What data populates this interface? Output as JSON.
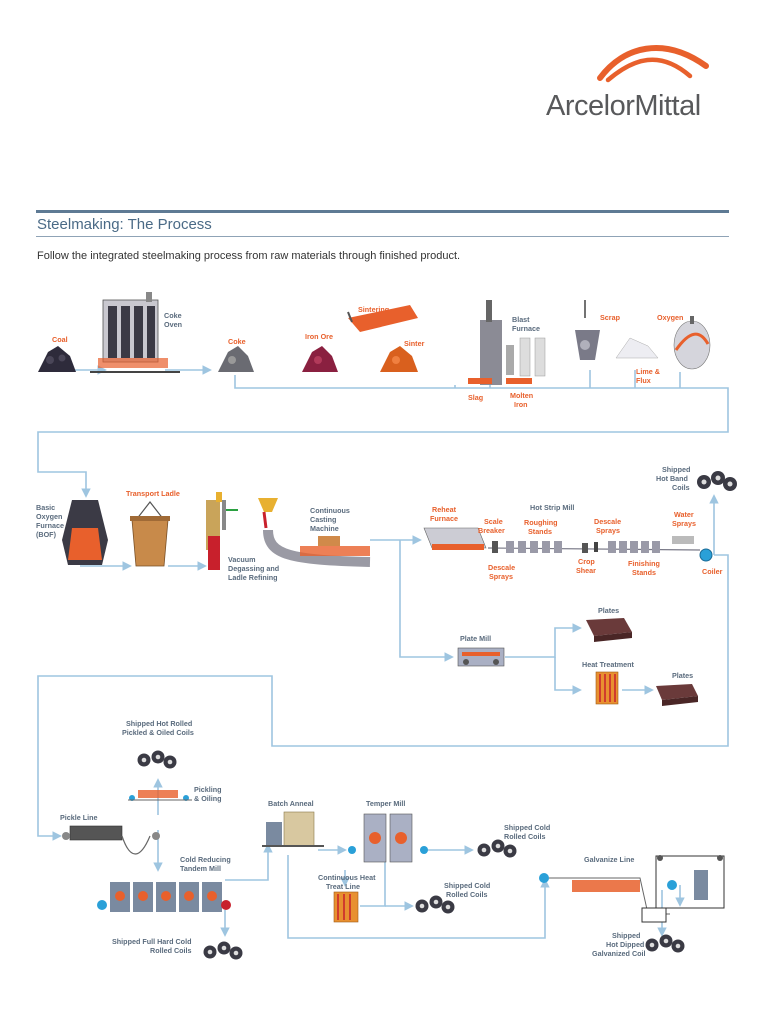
{
  "brand": {
    "name": "ArcelorMittal"
  },
  "header": {
    "title": "Steelmaking: The Process",
    "intro": "Follow the integrated steelmaking process from raw materials through finished product."
  },
  "colors": {
    "accent": "#e8602c",
    "label": "#5a6b7d",
    "flow": "#9ec5e0",
    "rule": "#5e7a94"
  },
  "labels": {
    "coal": "Coal",
    "coke_oven_1": "Coke",
    "coke_oven_2": "Oven",
    "coke": "Coke",
    "iron_ore": "Iron Ore",
    "sintering": "Sintering",
    "sinter": "Sinter",
    "blast_furnace_1": "Blast",
    "blast_furnace_2": "Furnace",
    "slag": "Slag",
    "molten_iron_1": "Molten",
    "molten_iron_2": "Iron",
    "scrap": "Scrap",
    "lime_flux_1": "Lime &",
    "lime_flux_2": "Flux",
    "oxygen": "Oxygen",
    "bof_1": "Basic",
    "bof_2": "Oxygen",
    "bof_3": "Furnace",
    "bof_4": "(BOF)",
    "transport_ladle": "Transport Ladle",
    "vacuum_1": "Vacuum",
    "vacuum_2": "Degassing and",
    "vacuum_3": "Ladle Refining",
    "caster_1": "Continuous",
    "caster_2": "Casting",
    "caster_3": "Machine",
    "reheat_1": "Reheat",
    "reheat_2": "Furnace",
    "scale_breaker_1": "Scale",
    "scale_breaker_2": "Breaker",
    "descale_sprays_a_1": "Descale",
    "descale_sprays_a_2": "Sprays",
    "hot_strip_mill": "Hot Strip Mill",
    "roughing_1": "Roughing",
    "roughing_2": "Stands",
    "crop_shear_1": "Crop",
    "crop_shear_2": "Shear",
    "descale_sprays_b_1": "Descale",
    "descale_sprays_b_2": "Sprays",
    "finishing_1": "Finishing",
    "finishing_2": "Stands",
    "water_sprays_1": "Water",
    "water_sprays_2": "Sprays",
    "coiler": "Coiler",
    "shipped_hot_band_1": "Shipped",
    "shipped_hot_band_2": "Hot Band",
    "shipped_hot_band_3": "Coils",
    "plate_mill": "Plate Mill",
    "plates_a": "Plates",
    "heat_treatment": "Heat Treatment",
    "plates_b": "Plates",
    "shipped_hot_rolled_1": "Shipped Hot Rolled",
    "shipped_hot_rolled_2": "Pickled & Oiled Coils",
    "pickling_1": "Pickling",
    "pickling_2": "& Oiling",
    "pickle_line": "Pickle Line",
    "cold_reducing_1": "Cold Reducing",
    "cold_reducing_2": "Tandem Mill",
    "shipped_full_hard_1": "Shipped Full Hard Cold",
    "shipped_full_hard_2": "Rolled Coils",
    "batch_anneal": "Batch Anneal",
    "temper_mill": "Temper Mill",
    "shipped_cold_a_1": "Shipped Cold",
    "shipped_cold_a_2": "Rolled Coils",
    "continuous_heat_1": "Continuous Heat",
    "continuous_heat_2": "Treat Line",
    "shipped_cold_b_1": "Shipped Cold",
    "shipped_cold_b_2": "Rolled Coils",
    "galvanize_line": "Galvanize Line",
    "shipped_galv_1": "Shipped",
    "shipped_galv_2": "Hot Dipped",
    "shipped_galv_3": "Galvanized Coil"
  }
}
